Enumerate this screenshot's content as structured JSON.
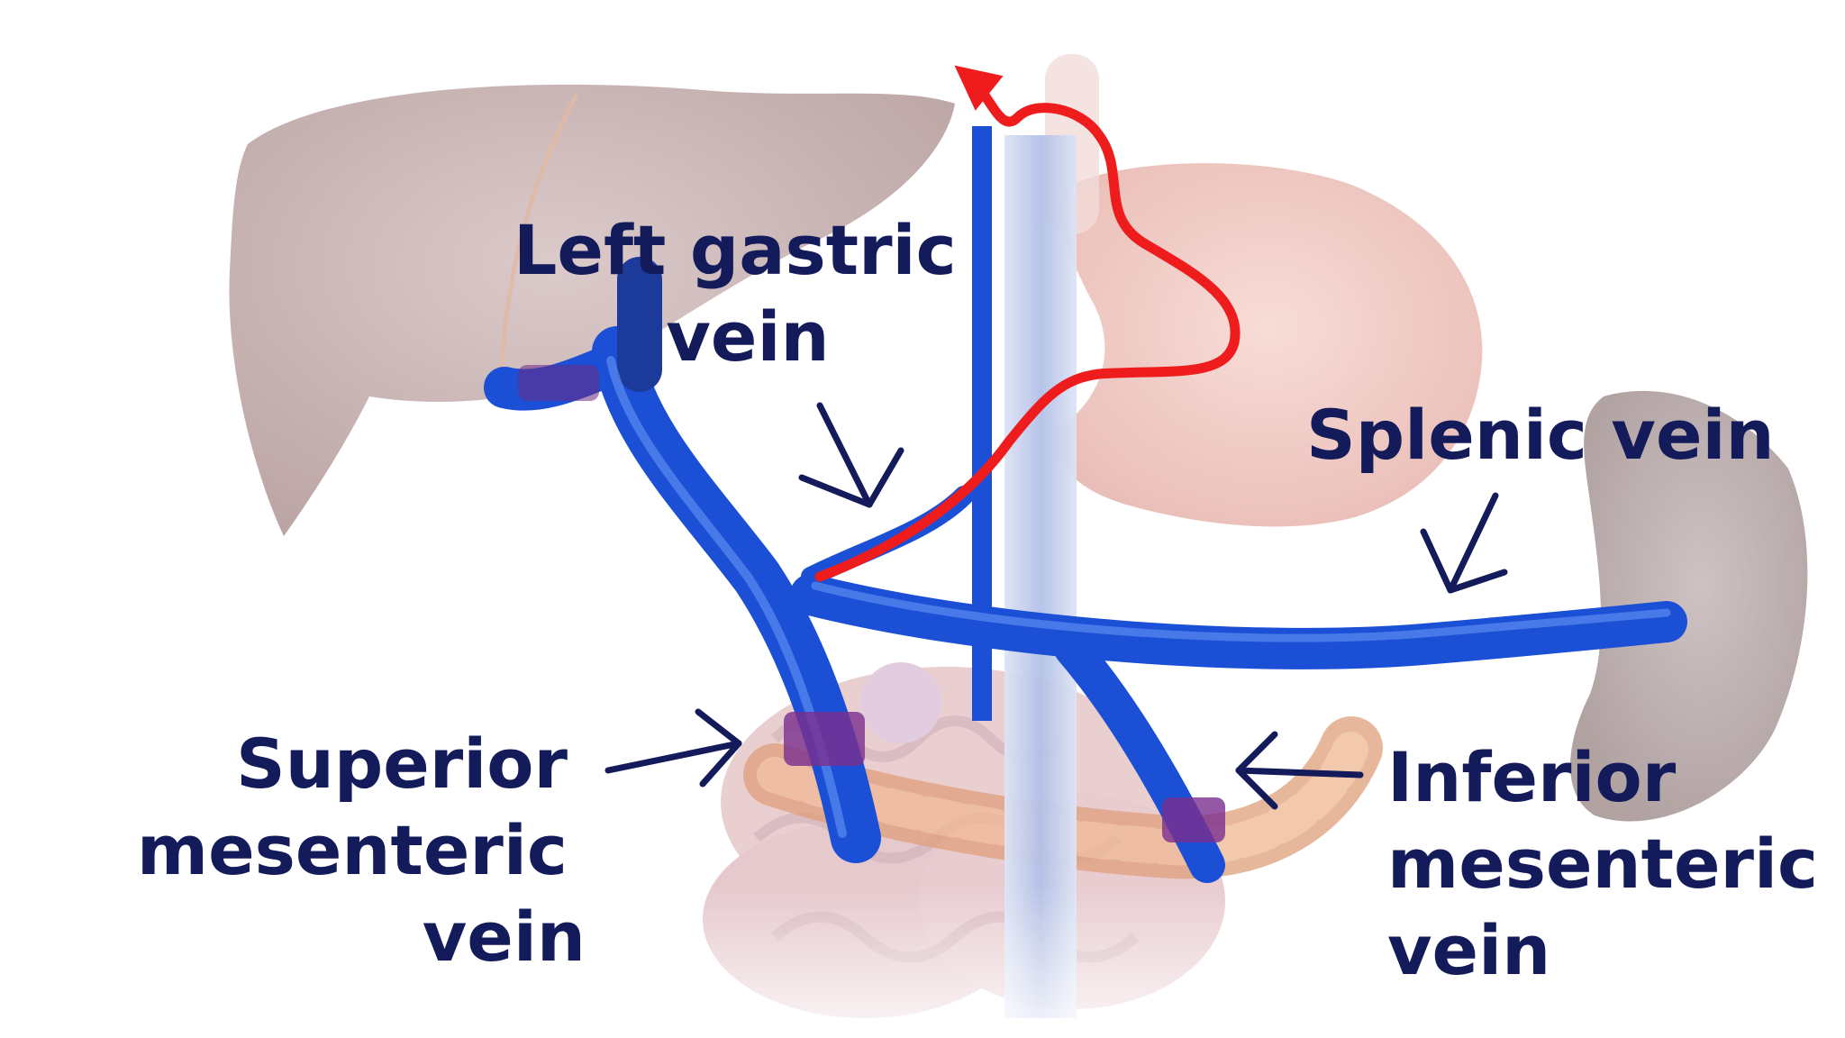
{
  "labels": {
    "left_gastric": {
      "line1": "Left gastric",
      "line2": "vein"
    },
    "splenic": {
      "line1": "Splenic vein"
    },
    "superior_mesenteric": {
      "line1": "Superior",
      "line2": "mesenteric",
      "line3": "vein"
    },
    "inferior_mesenteric": {
      "line1": "Inferior",
      "line2": "mesenteric",
      "line3": "vein"
    }
  },
  "colors": {
    "label_text": "#141b5a",
    "vein": "#1a4fd6",
    "collateral_flow": "#ee1c1c",
    "liver": "#c9b2b2",
    "stomach": "#f3c9c4",
    "spleen": "#bcaeae",
    "intestine": "#d8a6a6",
    "aorta_band": "#b9c6e6"
  }
}
